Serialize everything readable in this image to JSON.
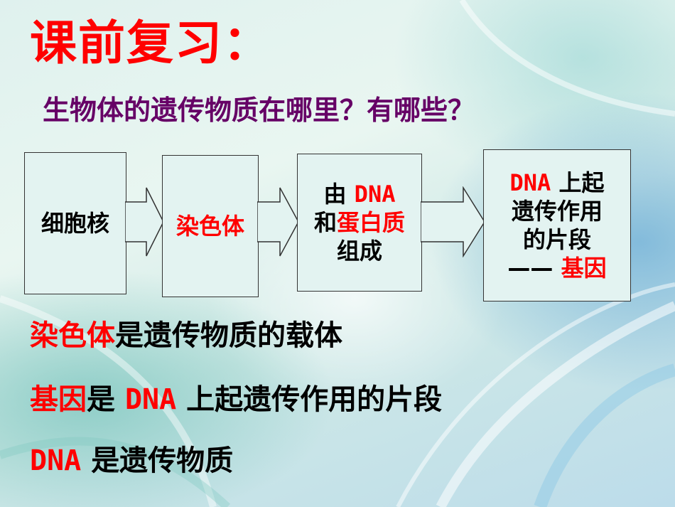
{
  "slide": {
    "title": "课前复习：",
    "question": "生物体的遗传物质在哪里？有哪些？"
  },
  "flow": {
    "box1": "细胞核",
    "box2": "染色体",
    "box3": {
      "line1_prefix": "由",
      "line1_dna": "DNA",
      "line2_prefix": "和",
      "line2_protein": "蛋白质",
      "line3": "组成"
    },
    "box4": {
      "line1_dna": "DNA",
      "line1_suffix": "上起",
      "line2": "遗传作用",
      "line3": "的片段",
      "line4_dash": "——",
      "line4_gene": "基因"
    }
  },
  "conclusions": {
    "c1_red": "染色体",
    "c1_black": "是遗传物质的载体",
    "c2_red": "基因",
    "c2_black1": "是",
    "c2_red2": "DNA",
    "c2_black2": "上起遗传作用的片段",
    "c3_red": "DNA",
    "c3_black": "是遗传物质"
  },
  "colors": {
    "title": "#ff0000",
    "question": "#660066",
    "box_fill": "#e3f3f1",
    "highlight": "#ff0000"
  }
}
